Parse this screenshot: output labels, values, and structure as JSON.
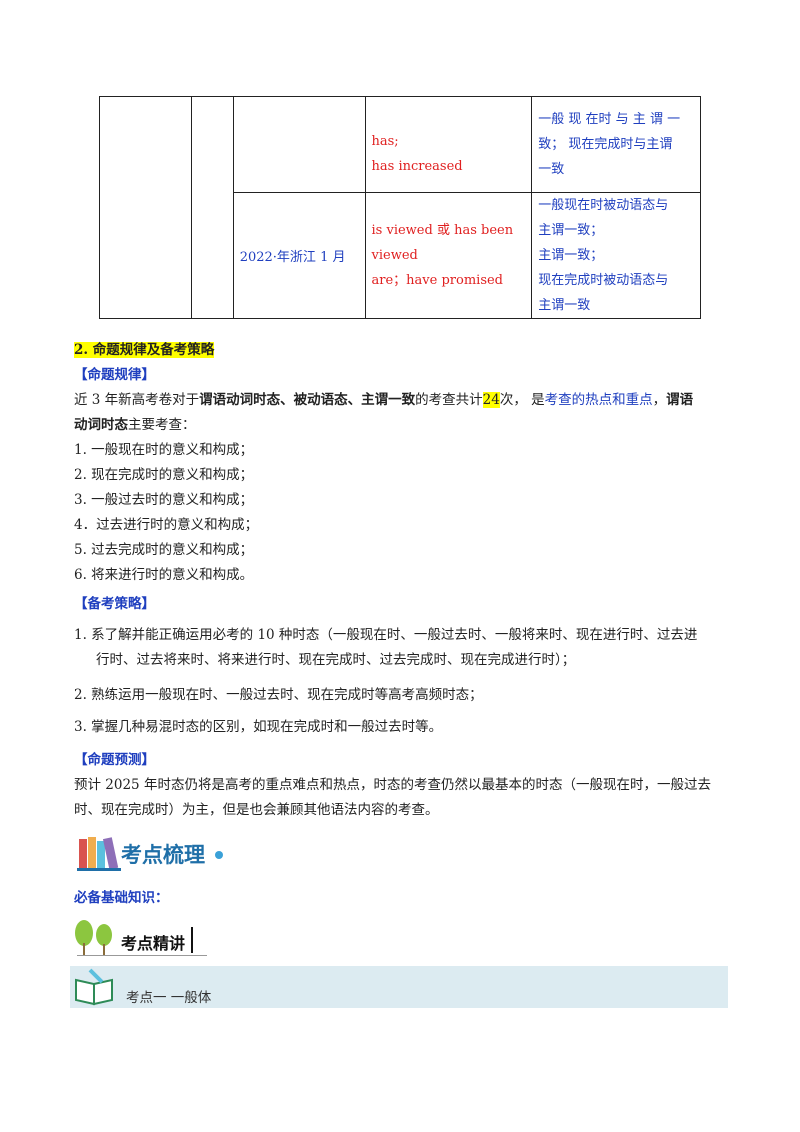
{
  "table": {
    "row1": {
      "year": "",
      "answer_lines": [
        "has;",
        "has  increased"
      ],
      "point_lines": [
        "一般 现 在时 与 主 谓 一",
        "致；  现在完成时与主谓",
        "一致"
      ]
    },
    "row2": {
      "year": "2022·年浙江 1 月",
      "answer_lines": [
        "is  viewed  或  has  been",
        "viewed",
        "are；have promised"
      ],
      "point_lines": [
        "一般现在时被动语态与",
        "主谓一致；",
        "主谓一致；",
        "现在完成时被动语态与",
        "主谓一致"
      ]
    }
  },
  "section2": {
    "title": "2. 命题规律及备考策略",
    "rule_heading": "【命题规律】",
    "rule_p1_a": "近 3 年新高考卷对于",
    "rule_p1_b": "谓语动词时态、被动语态、主谓一致",
    "rule_p1_c": "的考查共计",
    "rule_count": "24",
    "rule_p1_d": "次，  是",
    "rule_p1_e": "考查的热点和重点",
    "rule_p1_f": "，",
    "rule_p1_g": "谓语",
    "rule_p2_a": "动词时态",
    "rule_p2_b": "主要考查：",
    "rule_items": [
      "1.   一般现在时的意义和构成；",
      "2.   现在完成时的意义和构成；",
      "3.   一般过去时的意义和构成；",
      "4．过去进行时的意义和构成；",
      "5.   过去完成时的意义和构成；",
      "6.   将来进行时的意义和构成。"
    ],
    "strategy_heading": "【备考策略】",
    "strategy_1_line1": "1.   系了解并能正确运用必考的 10 种时态（一般现在时、一般过去时、一般将来时、现在进行时、过去进",
    "strategy_1_line2": "行时、过去将来时、将来进行时、现在完成时、过去完成时、现在完成进行时）；",
    "strategy_2": "2. 熟练运用一般现在时、一般过去时、现在完成时等高考高频时态；",
    "strategy_3": "3. 掌握几种易混时态的区别，如现在完成时和一般过去时等。",
    "forecast_heading": "【命题预测】",
    "forecast_line1": "预计 2025 年时态仍将是高考的重点难点和热点，时态的考查仍然以最基本的时态（一般现在时，一般过去",
    "forecast_line2": "时、现在完成时）为主，但是也会兼顾其他语法内容的考查。"
  },
  "banners": {
    "kaodian_shuli": "考点梳理",
    "bibei": "必备基础知识：",
    "kaodian_jingjiang": "考点精讲",
    "kaodian_one": "考点一  一般体"
  },
  "colors": {
    "red": "#e02020",
    "blue": "#1f3fbf",
    "highlight": "#ffff00",
    "bar": "#dcebf1"
  }
}
